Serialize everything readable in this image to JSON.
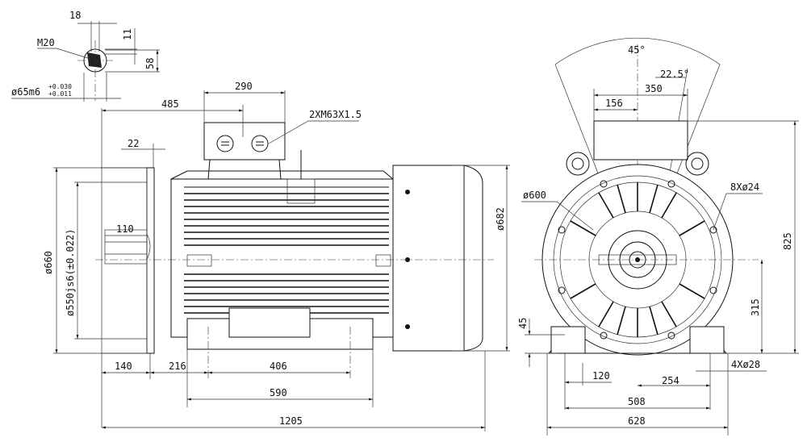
{
  "shaft_detail": {
    "key_width": "18",
    "key_height": "11",
    "shaft_height": "58",
    "thread": "M20",
    "shaft_diameter": "ø65m6",
    "tol_upper": "+0.030",
    "tol_lower": "+0.011"
  },
  "side_view": {
    "dim_485": "485",
    "dim_290": "290",
    "cable_gland": "2XM63X1.5",
    "dim_22": "22",
    "dim_110": "110",
    "dim_660": "ø660",
    "dim_550": "ø550js6(±0.022)",
    "dim_682": "ø682",
    "dim_140": "140",
    "dim_216": "216",
    "dim_406": "406",
    "dim_590": "590",
    "dim_1205": "1205"
  },
  "front_view": {
    "angle_45": "45°",
    "angle_22": "22.5°",
    "dim_350": "350",
    "dim_156": "156",
    "dim_600": "ø600",
    "holes_flange": "8Xø24",
    "dim_825": "825",
    "dim_315": "315",
    "dim_45": "45",
    "dim_120": "120",
    "dim_254": "254",
    "holes_feet": "4Xø28",
    "dim_508": "508",
    "dim_628": "628"
  }
}
